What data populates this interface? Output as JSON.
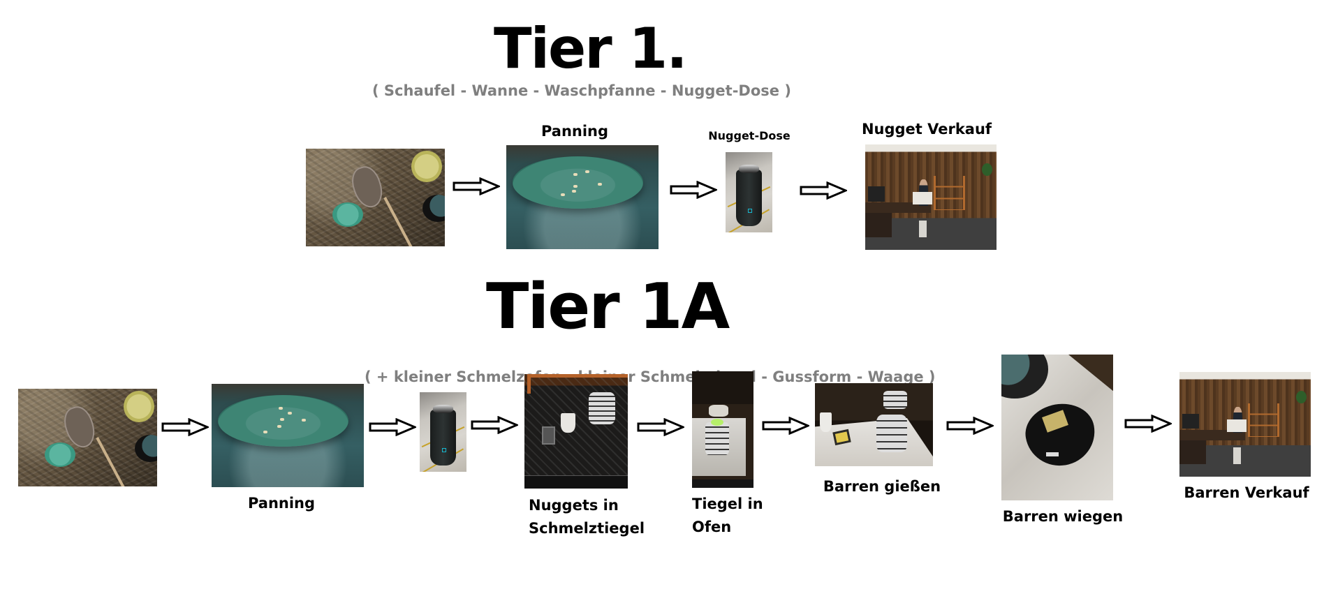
{
  "tier1": {
    "title": "Tier 1.",
    "subtitle": "( Schaufel - Wanne - Waschpfanne - Nugget-Dose )",
    "steps": [
      {
        "label": "",
        "image": "shovel-and-pan-on-dirt"
      },
      {
        "label": "Panning",
        "image": "gold-pan-in-water-tub"
      },
      {
        "label": "Nugget-Dose",
        "image": "nugget-jar"
      },
      {
        "label": "Nugget Verkauf",
        "image": "sales-office"
      }
    ]
  },
  "tier1a": {
    "title": "Tier 1A",
    "subtitle": "( + kleiner Schmelzofen - kleiner Schmelztiegel - Gussform - Waage )",
    "steps": [
      {
        "label": "",
        "image": "shovel-and-pan-on-dirt"
      },
      {
        "label": "Panning",
        "image": "gold-pan-in-water-tub"
      },
      {
        "label": "",
        "image": "nugget-jar"
      },
      {
        "label_line1": "Nuggets in",
        "label_line2": "Schmelztiegel",
        "image": "crucible-and-furnace"
      },
      {
        "label_line1": "Tiegel in",
        "label_line2": "Ofen",
        "image": "crucible-in-furnace"
      },
      {
        "label": "Barren gießen",
        "image": "casting-ingot"
      },
      {
        "label": "Barren wiegen",
        "image": "ingot-on-scale"
      },
      {
        "label": "Barren Verkauf",
        "image": "sales-office"
      }
    ]
  },
  "colors": {
    "title": "#000000",
    "subtitle": "#7f7f7f",
    "arrow_stroke": "#000000",
    "background": "#ffffff"
  }
}
